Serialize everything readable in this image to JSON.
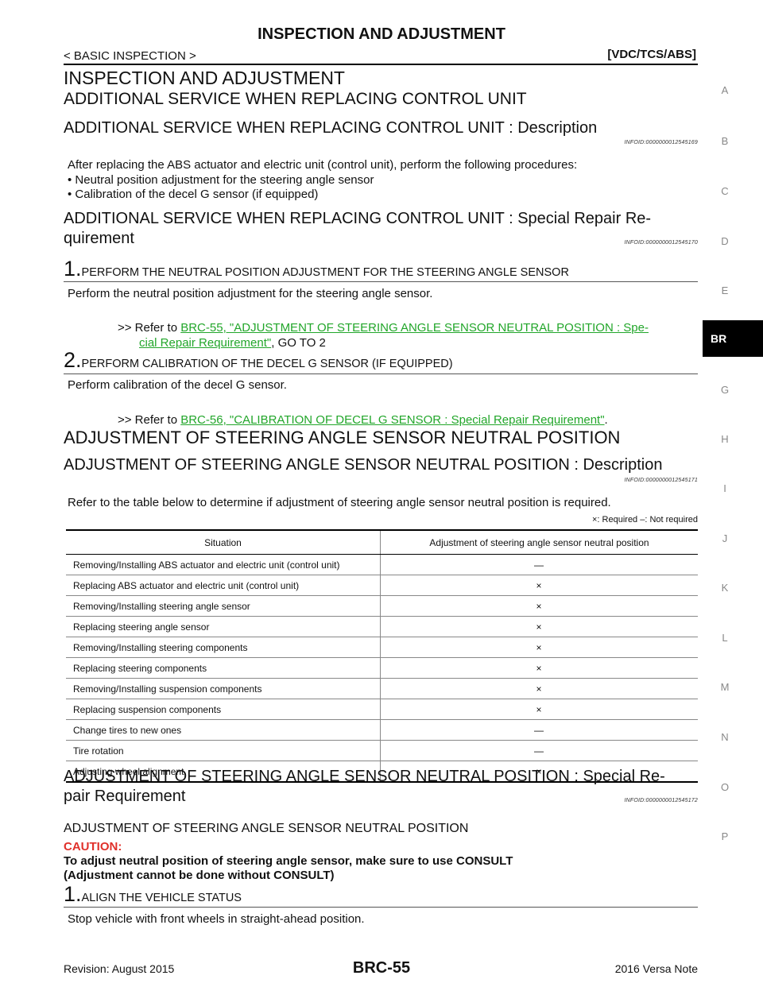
{
  "header": {
    "title": "INSPECTION AND ADJUSTMENT",
    "section": "< BASIC INSPECTION >",
    "system": "[VDC/TCS/ABS]"
  },
  "main_title": "INSPECTION AND ADJUSTMENT",
  "sub1": "ADDITIONAL SERVICE WHEN REPLACING CONTROL UNIT",
  "s1": {
    "title": "ADDITIONAL SERVICE WHEN REPLACING CONTROL UNIT : Description",
    "infoid": "INFOID:0000000012545169",
    "intro": "After replacing the ABS actuator and electric unit (control unit), perform the following procedures:",
    "bullets": [
      "Neutral position adjustment for the steering angle sensor",
      "Calibration of the decel G sensor (if equipped)"
    ]
  },
  "s2": {
    "title_line1": "ADDITIONAL SERVICE WHEN REPLACING CONTROL UNIT : Special Repair Re-",
    "title_line2": "quirement",
    "infoid": "INFOID:0000000012545170",
    "step1": {
      "num": "1.",
      "text": "PERFORM THE NEUTRAL POSITION ADJUSTMENT FOR THE STEERING ANGLE SENSOR",
      "body": "Perform the neutral position adjustment for the steering angle sensor.",
      "ref_prefix": ">> Refer to ",
      "link1": "BRC-55, \"ADJUSTMENT OF STEERING ANGLE SENSOR NEUTRAL POSITION : Spe-",
      "link2": "cial Repair Requirement\"",
      "ref_suffix": ", GO TO 2"
    },
    "step2": {
      "num": "2.",
      "text": "PERFORM CALIBRATION OF THE DECEL G SENSOR (IF EQUIPPED)",
      "body": "Perform calibration of the decel G sensor.",
      "ref_prefix": ">> Refer to ",
      "link": "BRC-56, \"CALIBRATION OF DECEL G SENSOR : Special Repair Requirement\"",
      "ref_suffix": "."
    }
  },
  "sub2": "ADJUSTMENT OF STEERING ANGLE SENSOR NEUTRAL POSITION",
  "s3": {
    "title": "ADJUSTMENT OF STEERING ANGLE SENSOR NEUTRAL POSITION : Description",
    "infoid": "INFOID:0000000012545171",
    "body": "Refer to the table below to determine if adjustment of steering angle sensor neutral position is required.",
    "legend": "×: Required –: Not required",
    "table": {
      "headers": [
        "Situation",
        "Adjustment of steering angle sensor neutral position"
      ],
      "rows": [
        [
          "Removing/Installing ABS actuator and electric unit (control unit)",
          "—"
        ],
        [
          "Replacing ABS actuator and electric unit (control unit)",
          "×"
        ],
        [
          "Removing/Installing steering angle sensor",
          "×"
        ],
        [
          "Replacing steering angle sensor",
          "×"
        ],
        [
          "Removing/Installing steering components",
          "×"
        ],
        [
          "Replacing steering components",
          "×"
        ],
        [
          "Removing/Installing suspension components",
          "×"
        ],
        [
          "Replacing suspension components",
          "×"
        ],
        [
          "Change tires to new ones",
          "—"
        ],
        [
          "Tire rotation",
          "—"
        ],
        [
          "Adjusting wheel alignment",
          "×"
        ]
      ]
    }
  },
  "s4": {
    "title_line1": "ADJUSTMENT OF STEERING ANGLE SENSOR NEUTRAL POSITION : Special Re-",
    "title_line2": "pair Requirement",
    "infoid": "INFOID:0000000012545172",
    "subhead": "ADJUSTMENT OF STEERING ANGLE SENSOR NEUTRAL POSITION",
    "caution_title": "CAUTION:",
    "caution_line1": "To adjust neutral position of steering angle sensor, make sure to use CONSULT",
    "caution_line2": "(Adjustment cannot be done without CONSULT)",
    "step1": {
      "num": "1.",
      "text": "ALIGN THE VEHICLE STATUS",
      "body": "Stop vehicle with front wheels in straight-ahead position."
    }
  },
  "side_index": [
    "A",
    "B",
    "C",
    "D",
    "E",
    "BR",
    "G",
    "H",
    "I",
    "J",
    "K",
    "L",
    "M",
    "N",
    "O",
    "P"
  ],
  "footer": {
    "revision": "Revision: August 2015",
    "page": "BRC-55",
    "model": "2016 Versa Note"
  }
}
